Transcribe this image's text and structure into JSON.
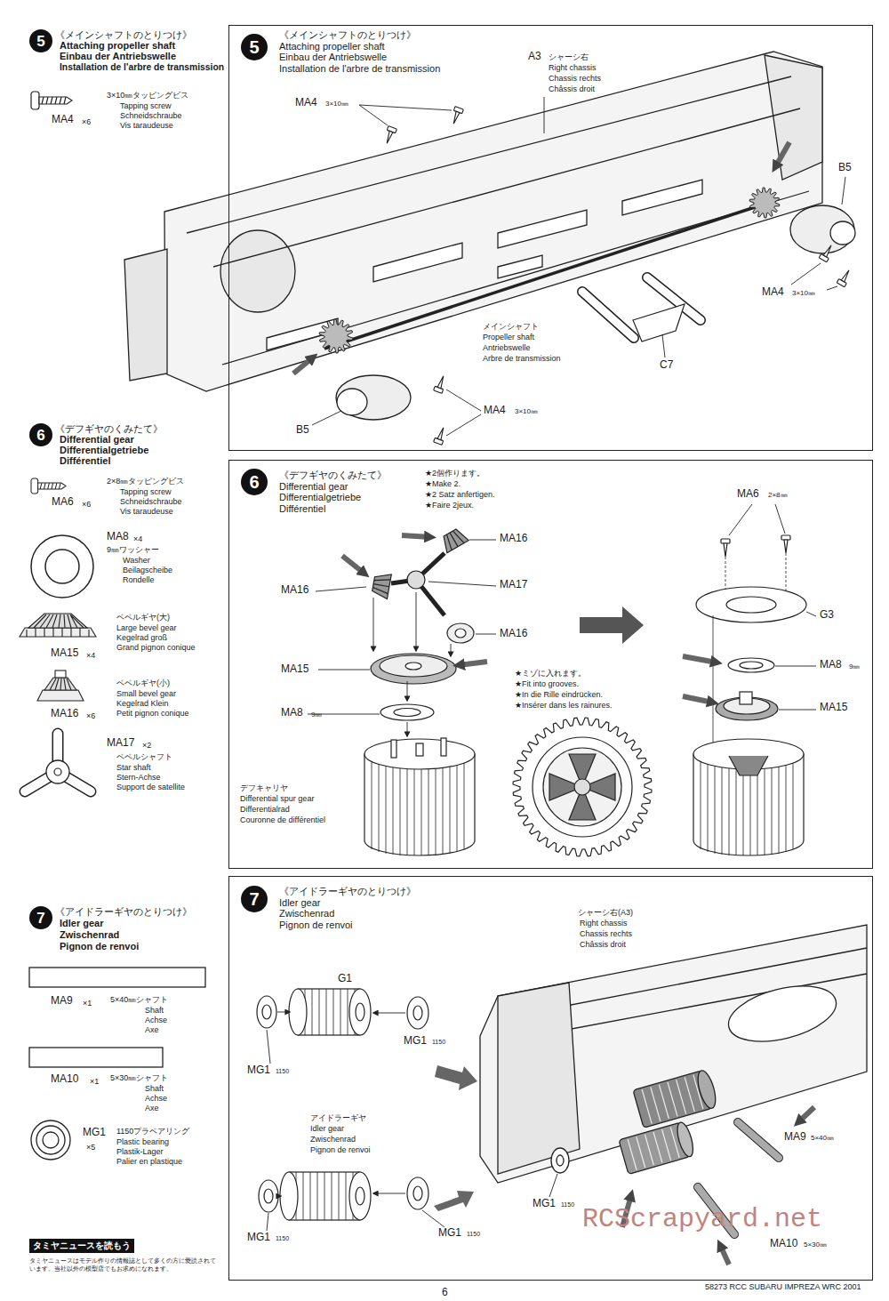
{
  "diagram": {
    "nodes": [
      {
        "text": [
          "5"
        ]
      },
      {
        "text": [
          "《メインシャフトのとりつけ》",
          "Attaching propeller shaft",
          "Einbau der Antriebswelle",
          "Installation de l'arbre de transmission"
        ]
      },
      {
        "text": [
          "5"
        ],
        "in": 1
      },
      {
        "text": [
          "6"
        ]
      },
      {
        "text": [
          "《デフギヤのくみたて》",
          "Differential gear",
          "Differentialgetriebe",
          "Différentiel"
        ]
      },
      {
        "text": [
          "6"
        ],
        "in": 4
      },
      {
        "text": [
          "7"
        ]
      },
      {
        "text": [
          "《アイドラーギヤのとりつけ》",
          "Idler gear",
          "Zwischenrad",
          "Pignon de renvoi"
        ]
      },
      {
        "text": [
          "7"
        ],
        "in": 7
      },
      {
        "text": [
          "タミヤニュースを読もう"
        ]
      }
    ],
    "labels": [
      "《メインシャフトのとりつけ》",
      "Attaching propeller shaft",
      "Einbau der Antriebswelle",
      "Installation de l'arbre de transmission",
      "3×10㎜タッピングビス",
      "Tapping screw",
      "Schneidschraube",
      "Vis taraudeuse",
      "MA4",
      "×6",
      "A3",
      "シャーシ右",
      "Right chassis",
      "Chassis rechts",
      "Châssis droit",
      "MA4",
      "3×10㎜",
      "B5",
      "MA4",
      "3×10㎜",
      "メインシャフト",
      "Propeller shaft",
      "Antriebswelle",
      "Arbre de transmission",
      "C7",
      "MA4",
      "3×10㎜",
      "B5",
      "《デフギヤのくみたて》",
      "Differential gear",
      "Differentialgetriebe",
      "Différentiel",
      "2×8㎜タッピングビス",
      "Tapping screw",
      "Schneidschraube",
      "Vis taraudeuse",
      "MA6",
      "×6",
      "MA8",
      "×4",
      "9㎜ワッシャー",
      "Washer",
      "Beilagscheibe",
      "Rondelle",
      "ベベルギヤ(大)",
      "Large bevel gear",
      "Kegelrad groß",
      "Grand pignon conique",
      "MA15",
      "×4",
      "ベベルギヤ(小)",
      "Small bevel gear",
      "Kegelrad Klein",
      "Petit pignon conique",
      "MA16",
      "×6",
      "MA17",
      "×2",
      "ベベルシャフト",
      "Star shaft",
      "Stern-Achse",
      "Support de satellite",
      "★2個作ります。",
      "★Make 2.",
      "★2 Satz anfertigen.",
      "★Faire 2jeux.",
      "MA6",
      "2×8㎜",
      "MA16",
      "MA16",
      "MA17",
      "MA16",
      "G3",
      "MA15",
      "MA8",
      "9㎜",
      "MA15",
      "MA8",
      "9㎜",
      "★ミゾに入れます。",
      "★Fit into grooves.",
      "★In die Rille eindrücken.",
      "★Insérer dans les rainures.",
      "デフキャリヤ",
      "Differential spur gear",
      "Differentialrad",
      "Couronne de différentiel",
      "《アイドラーギヤのとりつけ》",
      "Idler gear",
      "Zwischenrad",
      "Pignon de renvoi",
      "MA9",
      "×1",
      "5×40㎜シャフト",
      "Shaft",
      "Achse",
      "Axe",
      "MA10",
      "×1",
      "5×30㎜シャフト",
      "Shaft",
      "Achse",
      "Axe",
      "MG1",
      "×5",
      "1150プラベアリング",
      "Plastic bearing",
      "Plastik-Lager",
      "Palier en plastique",
      "タミヤニュースはモデル作りの情報誌として多くの方に愛読されています。当社以外の模型店でもお求めになれます。",
      "シャーシ右(A3)",
      "Right chassis",
      "Chassis rechts",
      "Châssis droit",
      "G1",
      "MG1",
      "1150",
      "MG1",
      "1150",
      "アイドラーギヤ",
      "Idler gear",
      "Zwischenrad",
      "Pignon de renvoi",
      "MA9",
      "5×40㎜",
      "MG1",
      "1150",
      "MG1",
      "1150",
      "MG1",
      "1150",
      "MA10",
      "5×30㎜",
      "6",
      "58273 RCC SUBARU IMPREZA WRC 2001",
      "RCScrapyard.net"
    ]
  }
}
